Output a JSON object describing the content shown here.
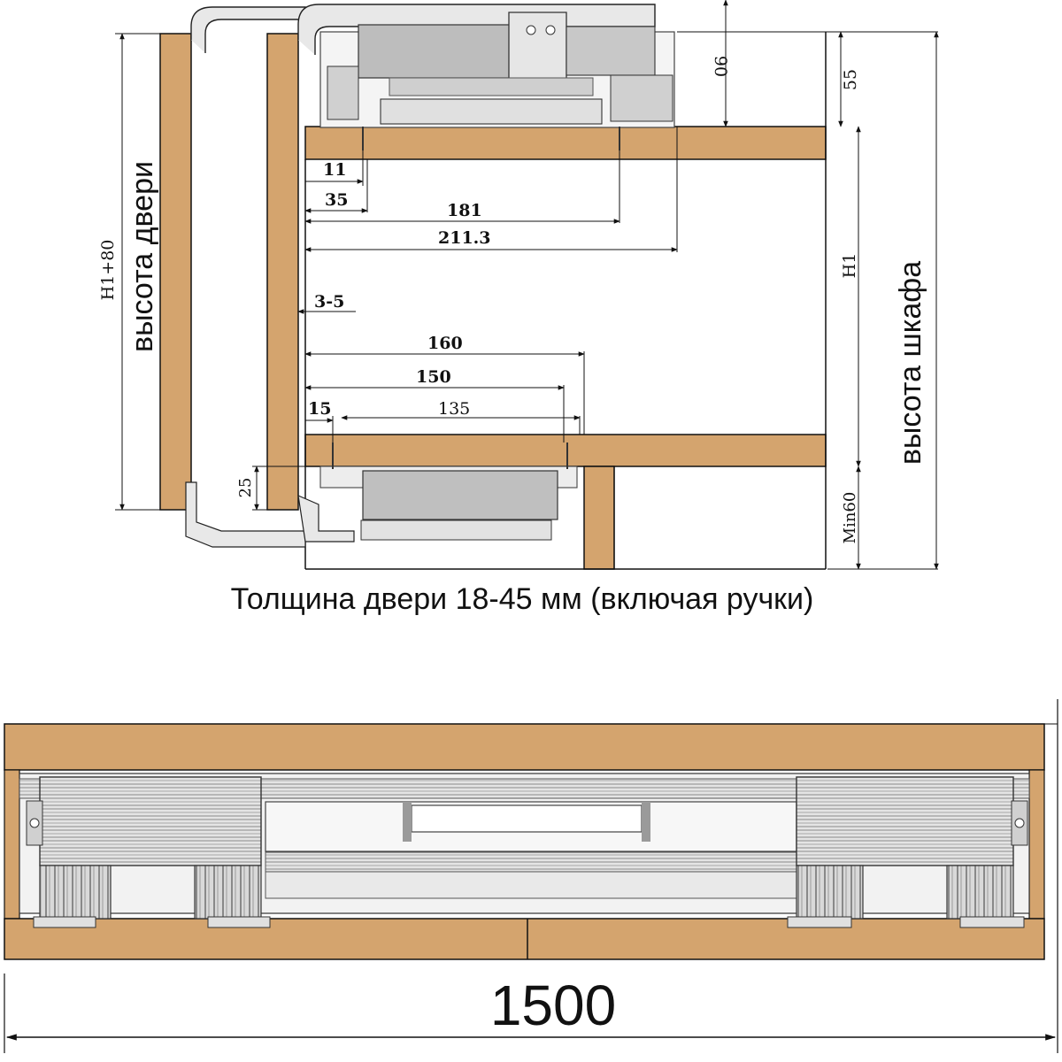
{
  "section_view": {
    "dimensions": {
      "d90": "90",
      "d55": "55",
      "d11": "11",
      "d35": "35",
      "d181": "181",
      "d211": "211.3",
      "d3_5": "3-5",
      "h1": "H1",
      "h1_80": "H1+80",
      "d160": "160",
      "d150": "150",
      "d15": "15",
      "d135": "135",
      "d25": "25",
      "min60": "Min60"
    },
    "labels": {
      "door_height": "высота двери",
      "cabinet_height": "высота шкафа"
    },
    "caption": "Толщина двери 18-45 мм (включая ручки)"
  },
  "front_view": {
    "width_label": "1500"
  },
  "colors": {
    "wood": "#D4A46E",
    "outline": "#111111",
    "metal_light": "#E6E6E6",
    "metal_mid": "#BDBDBD",
    "metal_dark": "#7A7A7A"
  }
}
